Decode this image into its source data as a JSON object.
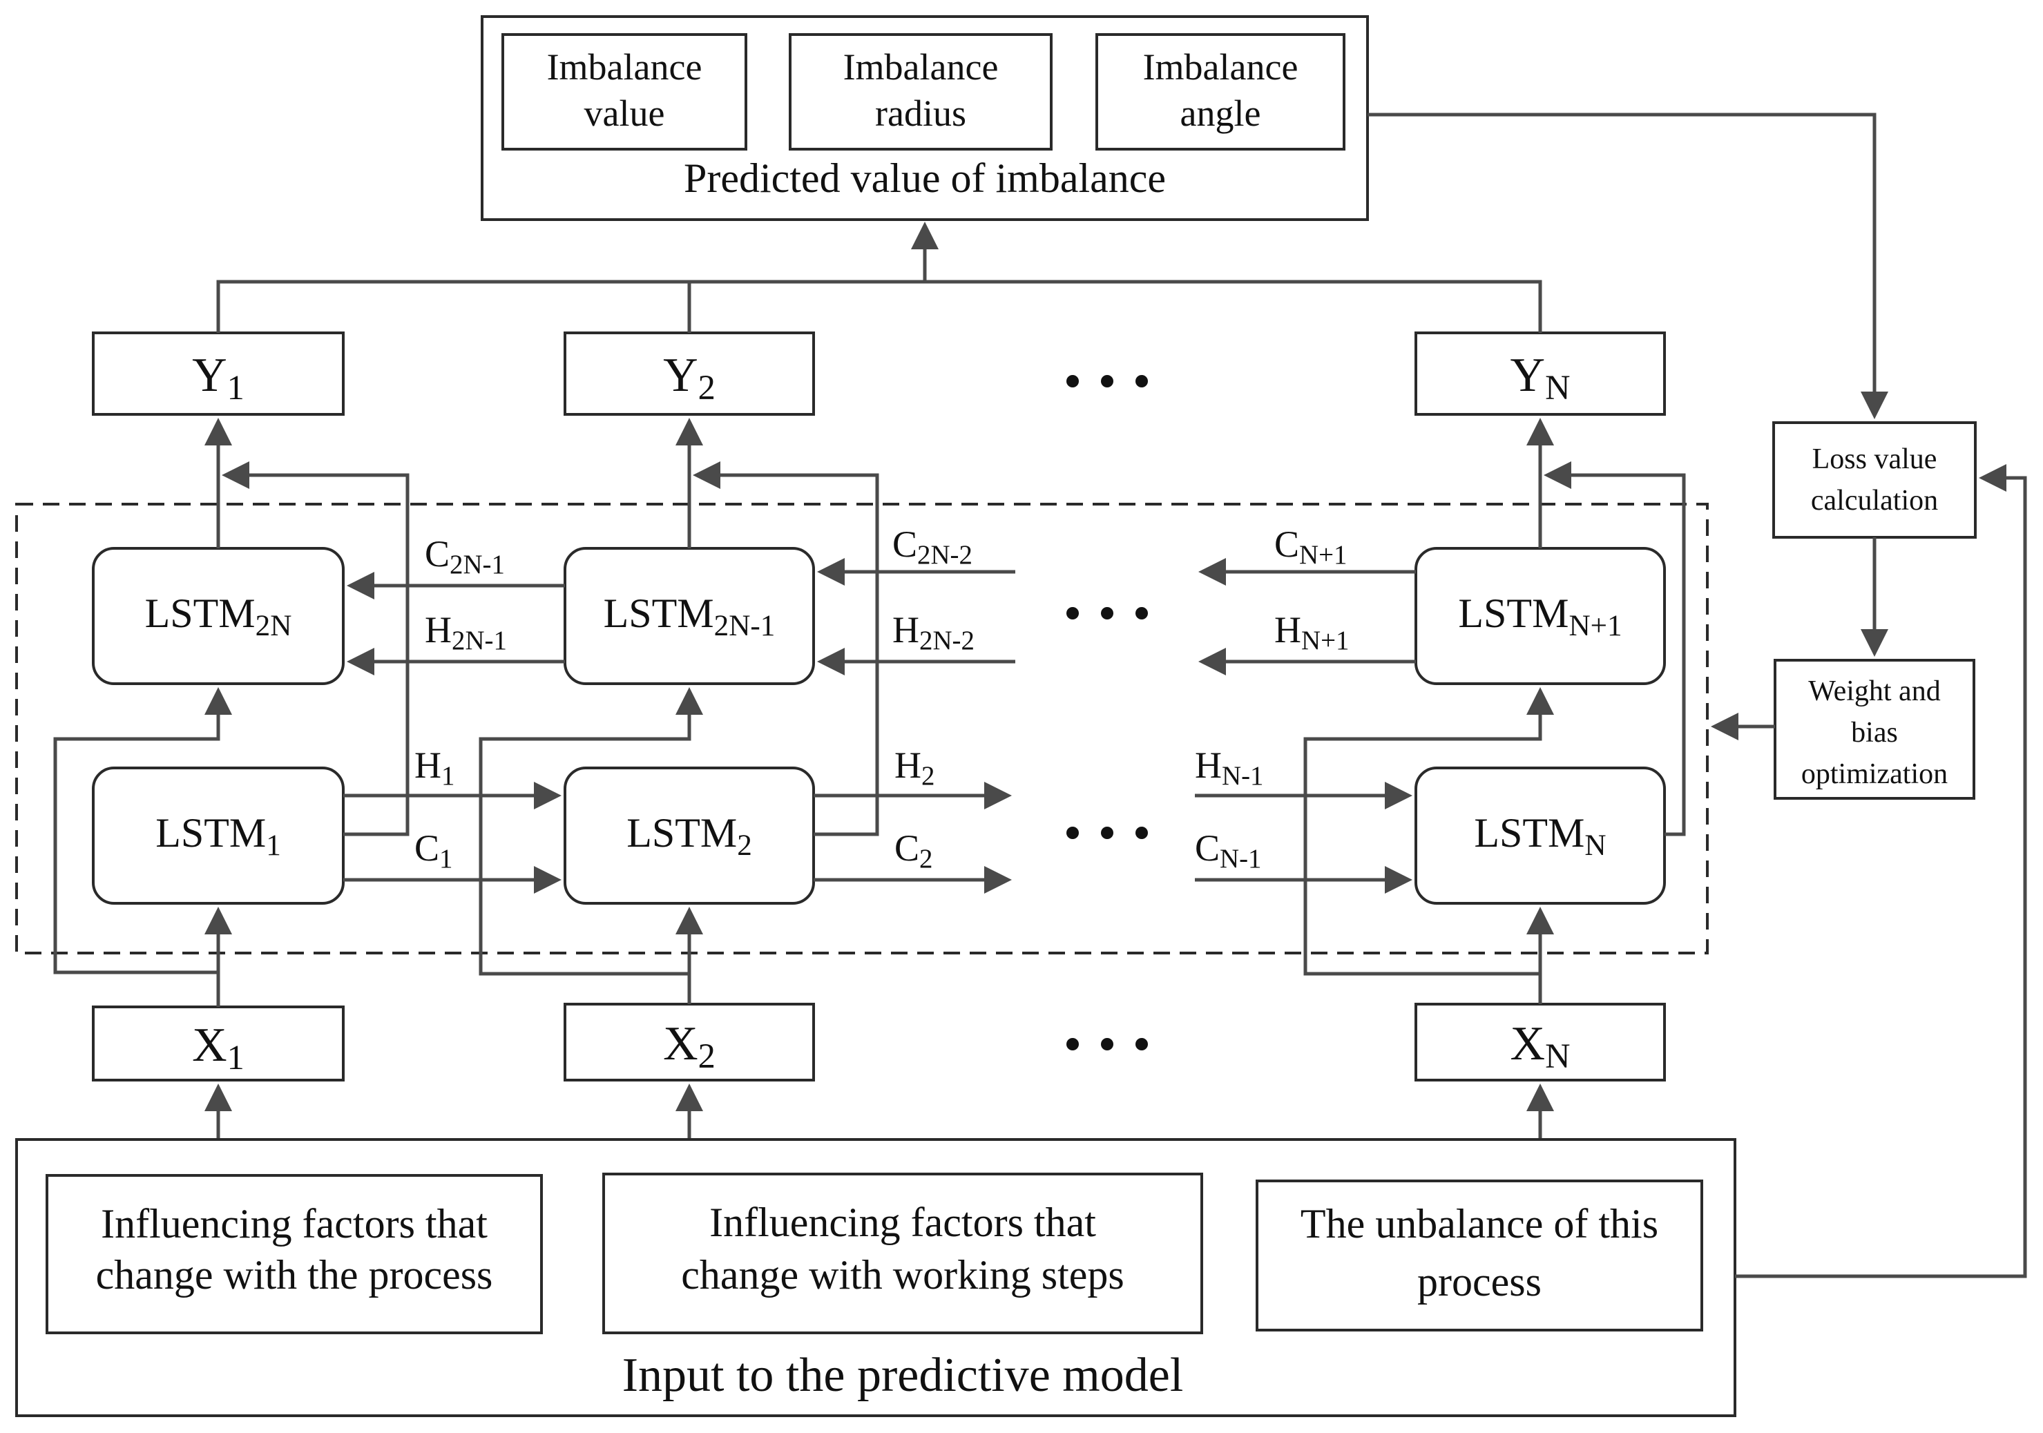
{
  "output_box": {
    "title": "Predicted value of imbalance",
    "items": [
      {
        "line1": "Imbalance",
        "line2": "value"
      },
      {
        "line1": "Imbalance",
        "line2": "radius"
      },
      {
        "line1": "Imbalance",
        "line2": "angle"
      }
    ]
  },
  "outputs": [
    {
      "base": "Y",
      "sub": "1"
    },
    {
      "base": "Y",
      "sub": "2"
    },
    {
      "base": "Y",
      "sub": "N"
    }
  ],
  "inputs": [
    {
      "base": "X",
      "sub": "1"
    },
    {
      "base": "X",
      "sub": "2"
    },
    {
      "base": "X",
      "sub": "N"
    }
  ],
  "lstm_top": [
    {
      "base": "LSTM",
      "sub": "2N"
    },
    {
      "base": "LSTM",
      "sub": "2N-1"
    },
    {
      "base": "LSTM",
      "sub": "N+1"
    }
  ],
  "lstm_bottom": [
    {
      "base": "LSTM",
      "sub": "1"
    },
    {
      "base": "LSTM",
      "sub": "2"
    },
    {
      "base": "LSTM",
      "sub": "N"
    }
  ],
  "state_labels": {
    "c_2n_1": {
      "base": "C",
      "sub": "2N-1"
    },
    "h_2n_1": {
      "base": "H",
      "sub": "2N-1"
    },
    "c_2n_2": {
      "base": "C",
      "sub": "2N-2"
    },
    "h_2n_2": {
      "base": "H",
      "sub": "2N-2"
    },
    "c_n_plus_1": {
      "base": "C",
      "sub": "N+1"
    },
    "h_n_plus_1": {
      "base": "H",
      "sub": "N+1"
    },
    "h_1": {
      "base": "H",
      "sub": "1"
    },
    "c_1": {
      "base": "C",
      "sub": "1"
    },
    "h_2": {
      "base": "H",
      "sub": "2"
    },
    "c_2": {
      "base": "C",
      "sub": "2"
    },
    "h_n_minus_1": {
      "base": "H",
      "sub": "N-1"
    },
    "c_n_minus_1": {
      "base": "C",
      "sub": "N-1"
    }
  },
  "loss_box": {
    "line1": "Loss value",
    "line2": "calculation"
  },
  "optim_box": {
    "line1": "Weight and",
    "line2": "bias",
    "line3": "optimization"
  },
  "input_box": {
    "title": "Input to the predictive model",
    "items": [
      {
        "line1": "Influencing factors that",
        "line2": "change with the process"
      },
      {
        "line1": "Influencing factors that",
        "line2": "change with working steps"
      },
      {
        "line1": "The unbalance of this",
        "line2": "process"
      }
    ]
  }
}
